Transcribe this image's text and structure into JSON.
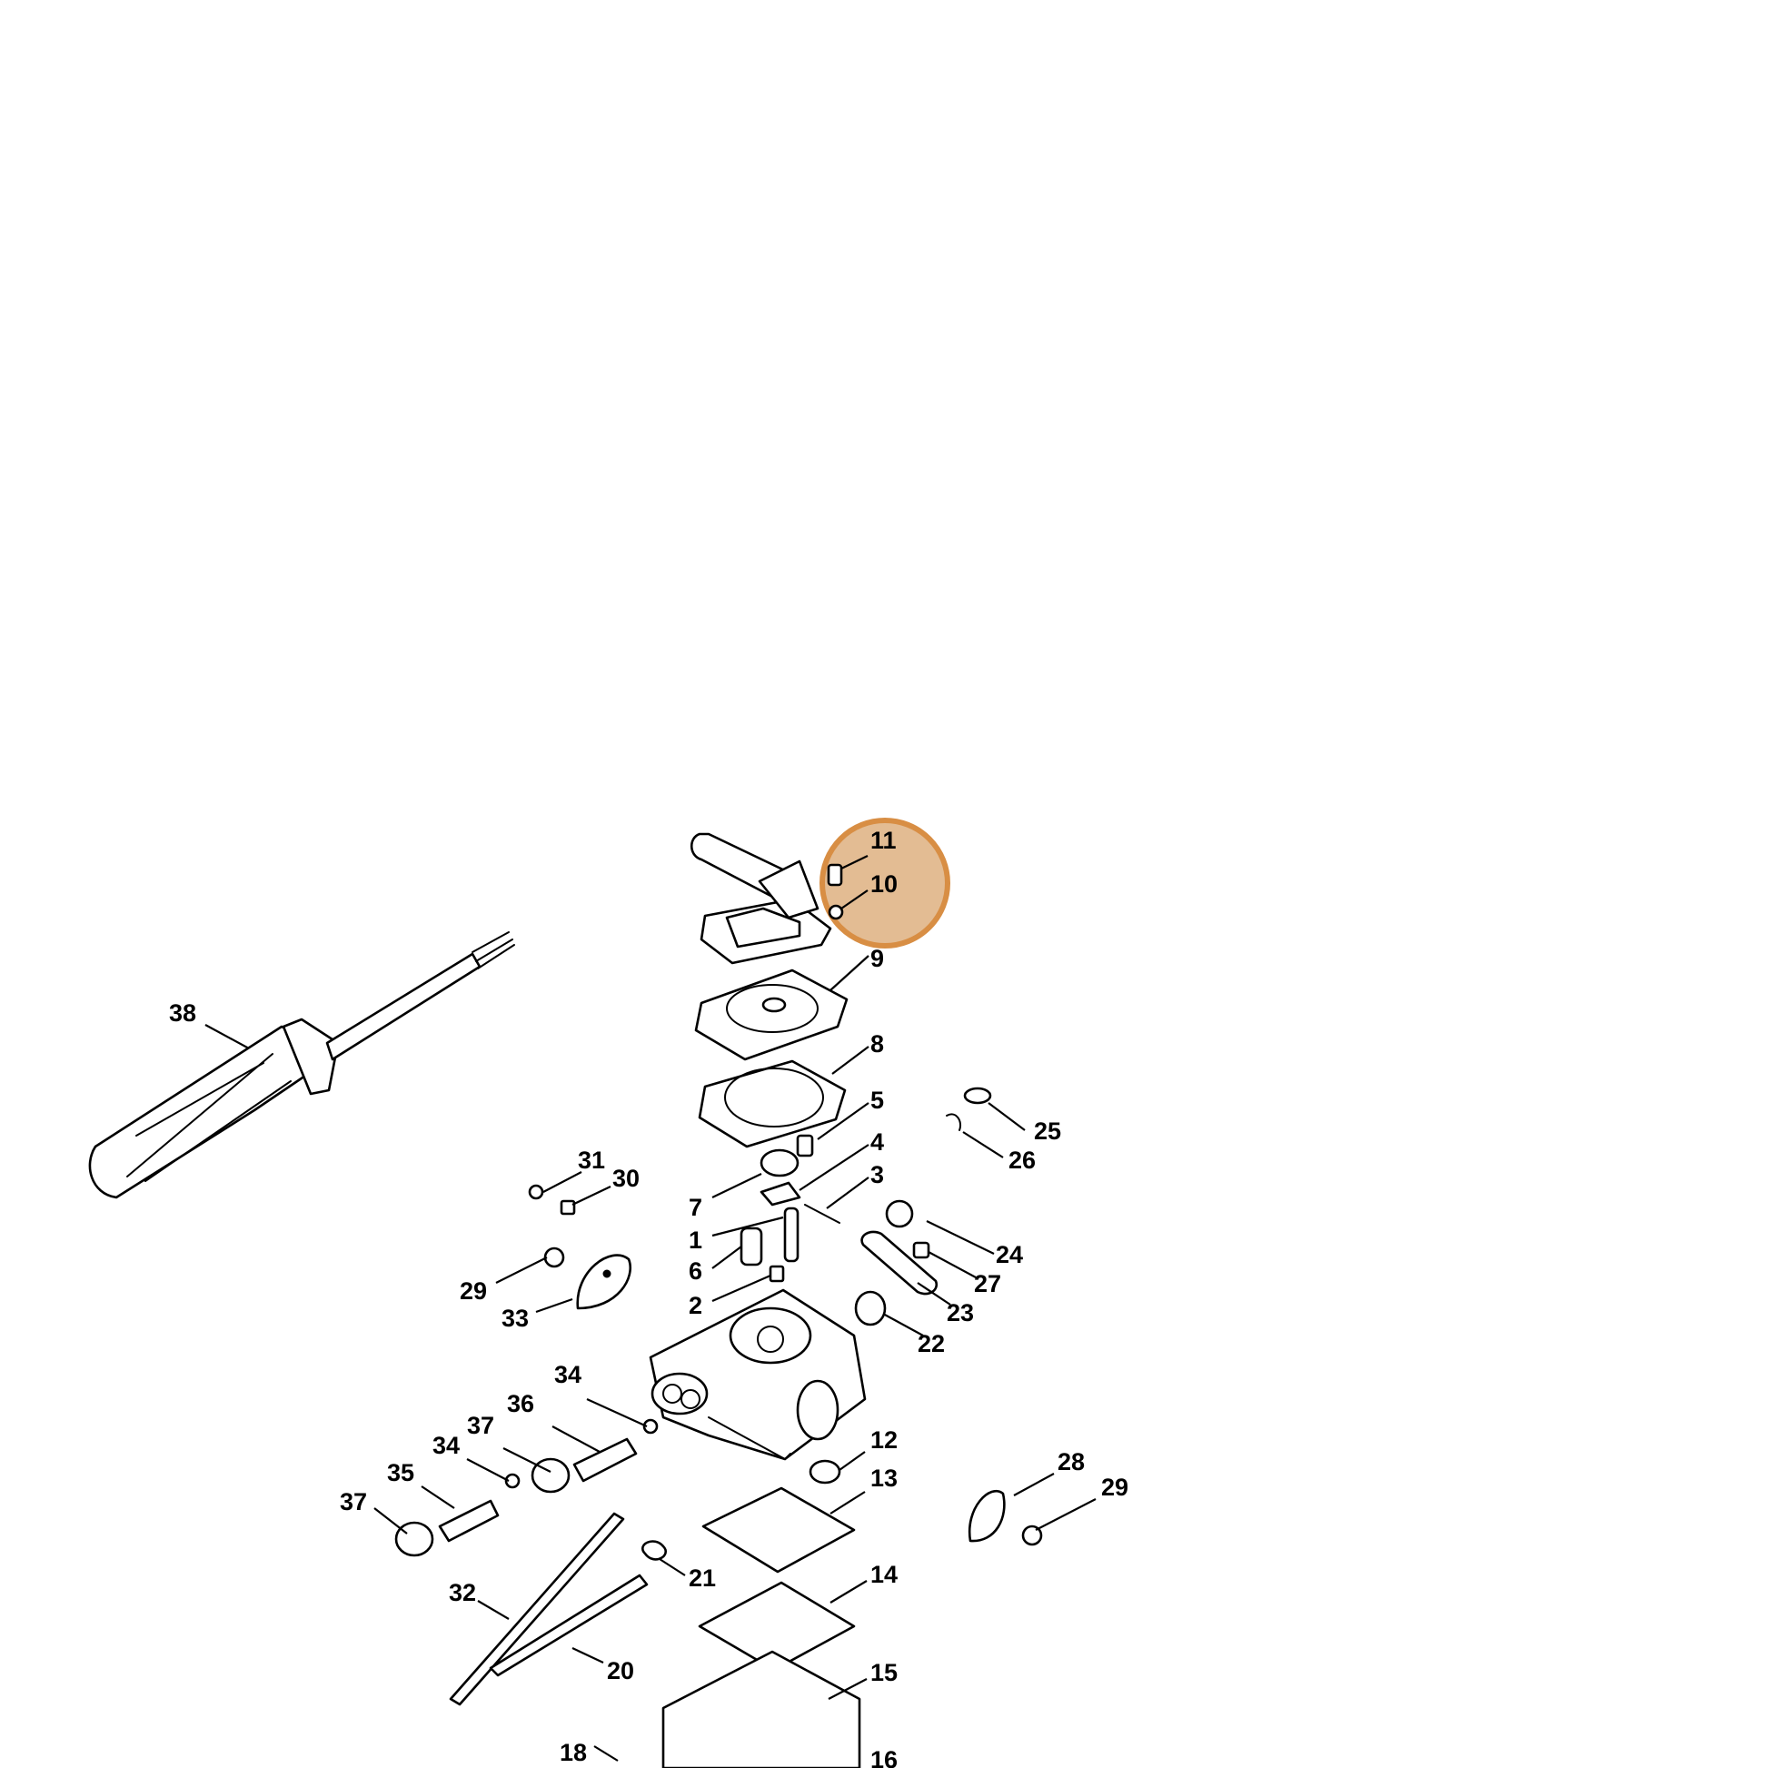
{
  "highlight": {
    "color": "#d6883a",
    "fill": "#e2b98e",
    "parts": [
      "11",
      "10"
    ]
  },
  "callouts": [
    {
      "id": "c11",
      "label": "11"
    },
    {
      "id": "c10",
      "label": "10"
    },
    {
      "id": "c9",
      "label": "9"
    },
    {
      "id": "c8",
      "label": "8"
    },
    {
      "id": "c5",
      "label": "5"
    },
    {
      "id": "c4",
      "label": "4"
    },
    {
      "id": "c3",
      "label": "3"
    },
    {
      "id": "c7",
      "label": "7"
    },
    {
      "id": "c1",
      "label": "1"
    },
    {
      "id": "c6",
      "label": "6"
    },
    {
      "id": "c2",
      "label": "2"
    },
    {
      "id": "c38",
      "label": "38"
    },
    {
      "id": "c31",
      "label": "31"
    },
    {
      "id": "c30",
      "label": "30"
    },
    {
      "id": "c29a",
      "label": "29"
    },
    {
      "id": "c33",
      "label": "33"
    },
    {
      "id": "c25",
      "label": "25"
    },
    {
      "id": "c26",
      "label": "26"
    },
    {
      "id": "c24",
      "label": "24"
    },
    {
      "id": "c27",
      "label": "27"
    },
    {
      "id": "c23",
      "label": "23"
    },
    {
      "id": "c22",
      "label": "22"
    },
    {
      "id": "c34a",
      "label": "34"
    },
    {
      "id": "c36",
      "label": "36"
    },
    {
      "id": "c37a",
      "label": "37"
    },
    {
      "id": "c34b",
      "label": "34"
    },
    {
      "id": "c35",
      "label": "35"
    },
    {
      "id": "c37b",
      "label": "37"
    },
    {
      "id": "c12",
      "label": "12"
    },
    {
      "id": "c13",
      "label": "13"
    },
    {
      "id": "c28",
      "label": "28"
    },
    {
      "id": "c29b",
      "label": "29"
    },
    {
      "id": "c32",
      "label": "32"
    },
    {
      "id": "c21",
      "label": "21"
    },
    {
      "id": "c14",
      "label": "14"
    },
    {
      "id": "c20",
      "label": "20"
    },
    {
      "id": "c15",
      "label": "15"
    },
    {
      "id": "c18",
      "label": "18"
    },
    {
      "id": "c16",
      "label": "16"
    }
  ]
}
